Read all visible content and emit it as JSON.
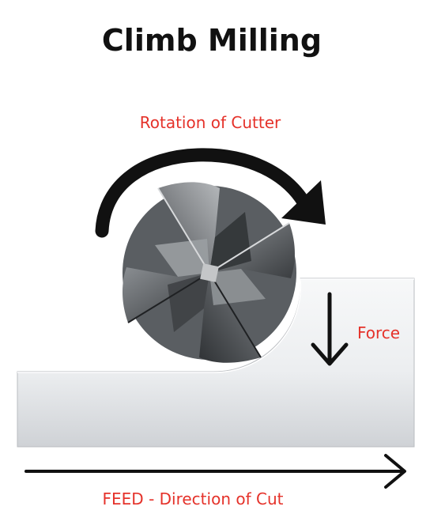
{
  "title": "Climb Milling",
  "labels": {
    "rotation": "Rotation of Cutter",
    "force": "Force",
    "feed": "FEED - Direction of Cut"
  },
  "colors": {
    "title": "#111111",
    "label": "#e5322a",
    "arrow": "#111111",
    "workpiece_light": "#f4f5f6",
    "workpiece_dark": "#cfd2d6",
    "cutter_dark": "#3a3d40",
    "cutter_mid": "#6b6f73",
    "cutter_light": "#a9acaf"
  },
  "icons": {
    "rotation_arrow": "curved-arrow-clockwise-icon",
    "force_arrow": "arrow-down-icon",
    "feed_arrow": "arrow-right-icon",
    "cutter": "end-mill-cutter"
  }
}
